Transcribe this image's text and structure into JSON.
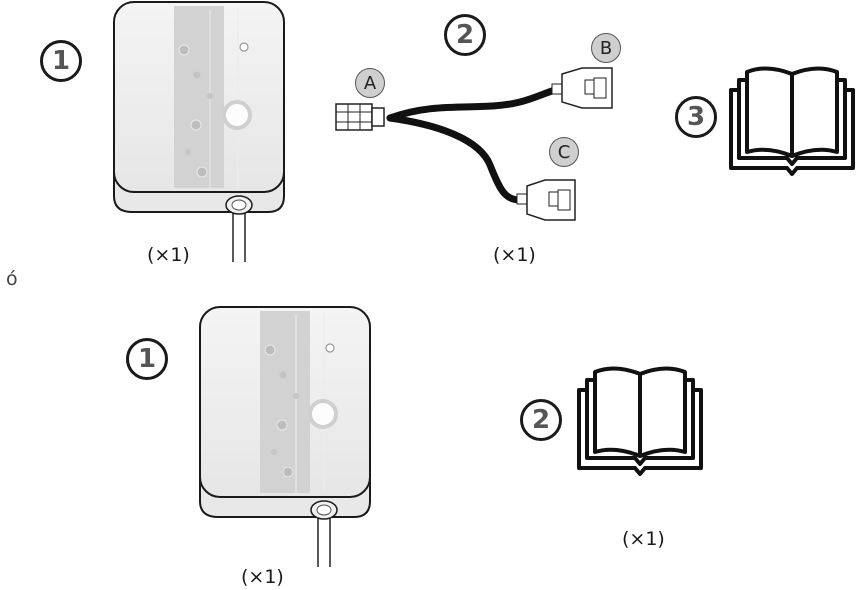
{
  "option_a": {
    "items": [
      {
        "number": "1",
        "quantity": "(×1)",
        "icon": "controller-unit-icon"
      },
      {
        "number": "2",
        "quantity": "(×1)",
        "icon": "y-cable-icon",
        "connectors": [
          "A",
          "B",
          "C"
        ]
      },
      {
        "number": "3",
        "icon": "manual-book-icon"
      }
    ]
  },
  "separator": "ó",
  "option_b": {
    "items": [
      {
        "number": "1",
        "quantity": "(×1)",
        "icon": "controller-unit-icon"
      },
      {
        "number": "2",
        "quantity": "(×1)",
        "icon": "manual-book-icon"
      }
    ]
  }
}
